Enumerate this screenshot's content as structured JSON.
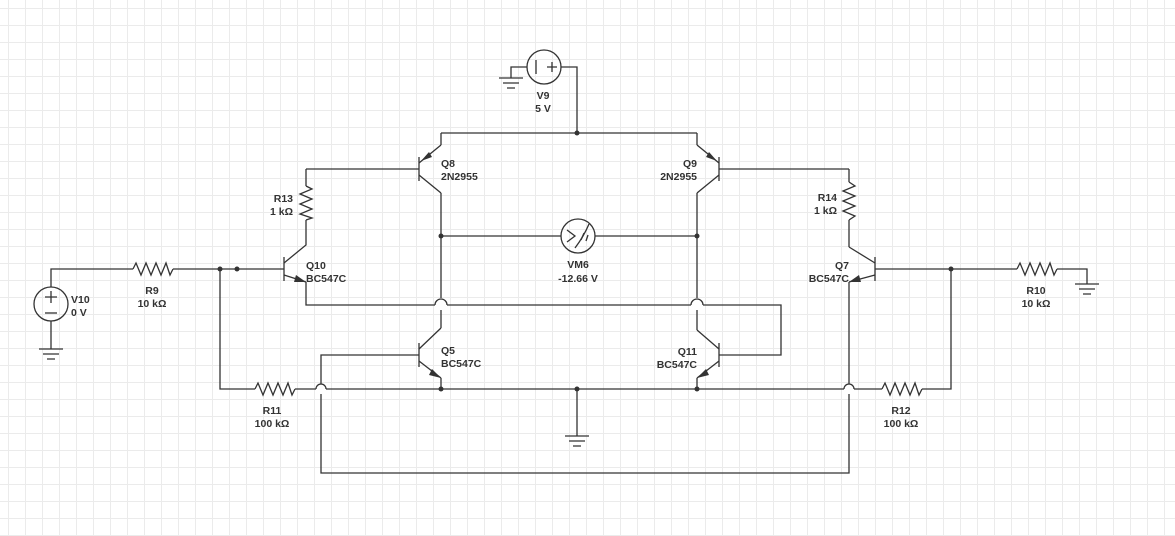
{
  "components": {
    "V9": {
      "name": "V9",
      "value": "5 V"
    },
    "V10": {
      "name": "V10",
      "value": "0 V"
    },
    "Q8": {
      "name": "Q8",
      "value": "2N2955"
    },
    "Q9": {
      "name": "Q9",
      "value": "2N2955"
    },
    "Q10": {
      "name": "Q10",
      "value": "BC547C"
    },
    "Q7": {
      "name": "Q7",
      "value": "BC547C"
    },
    "Q5": {
      "name": "Q5",
      "value": "BC547C"
    },
    "Q11": {
      "name": "Q11",
      "value": "BC547C"
    },
    "R13": {
      "name": "R13",
      "value": "1 kΩ"
    },
    "R14": {
      "name": "R14",
      "value": "1 kΩ"
    },
    "R9": {
      "name": "R9",
      "value": "10 kΩ"
    },
    "R10": {
      "name": "R10",
      "value": "10 kΩ"
    },
    "R11": {
      "name": "R11",
      "value": "100 kΩ"
    },
    "R12": {
      "name": "R12",
      "value": "100 kΩ"
    },
    "VM6": {
      "name": "VM6",
      "value": "-12.66 V"
    }
  }
}
